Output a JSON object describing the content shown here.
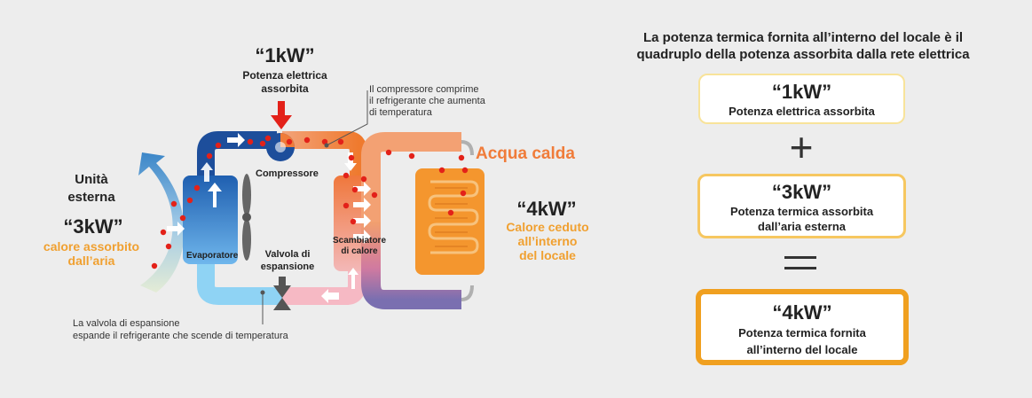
{
  "left": {
    "top_value": "“1kW”",
    "top_label_1": "Potenza elettrica",
    "top_label_2": "assorbita",
    "compressor_note_1": "Il compressore comprime",
    "compressor_note_2": "il refrigerante che aumenta",
    "compressor_note_3": "di temperatura",
    "compressor_label": "Compressore",
    "outdoor_1": "Unità",
    "outdoor_2": "esterna",
    "left_value": "“3kW”",
    "left_label_1": "calore assorbito",
    "left_label_2": "dall’aria",
    "evaporator_label": "Evaporatore",
    "valve_label_1": "Valvola di",
    "valve_label_2": "espansione",
    "exchanger_label_1": "Scambiatore",
    "exchanger_label_2": "di calore",
    "hot_water": "Acqua calda",
    "right_value": "“4kW”",
    "right_label_1": "Calore ceduto",
    "right_label_2": "all’interno",
    "right_label_3": "del locale",
    "valve_note_1": "La valvola di espansione",
    "valve_note_2": "espande il refrigerante che scende di temperatura"
  },
  "right": {
    "heading_1": "La potenza termica fornita  all’interno del locale è il",
    "heading_2": "quadruplo della potenza assorbita dalla rete elettrica",
    "box1_value": "“1kW”",
    "box1_label": "Potenza elettrica assorbita",
    "plus": "+",
    "box2_value": "“3kW”",
    "box2_label_1": "Potenza termica assorbita",
    "box2_label_2": "dall’aria esterna",
    "equals": "=",
    "box3_value": "“4kW”",
    "box3_label_1": "Potenza termica fornita",
    "box3_label_2": "all’interno del locale"
  },
  "colors": {
    "red_arrow": "#e32119",
    "hot_orange": "#f07c3a",
    "warm_orange": "#f5a623",
    "box1_border": "#f8e39a",
    "box2_border": "#f6c760",
    "box3_border": "#f0a020",
    "blue_dark": "#1d4e9b",
    "blue_light": "#8fd3f4"
  }
}
